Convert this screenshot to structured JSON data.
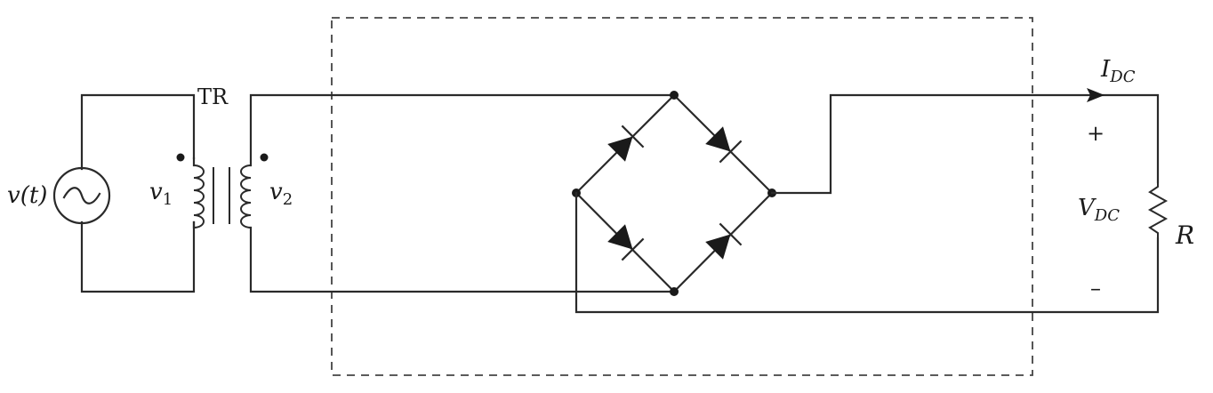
{
  "labels": {
    "source": "v(t)",
    "transformer": "TR",
    "v1_main": "v",
    "v1_sub": "1",
    "v2_main": "v",
    "v2_sub": "2",
    "idc_main": "I",
    "idc_sub": "DC",
    "vdc_main": "V",
    "vdc_sub": "DC",
    "plus": "+",
    "minus": "–",
    "resistor": "R"
  },
  "components": {
    "source": "ac-voltage-source",
    "transformer": "transformer-dot-convention",
    "rectifier": "full-wave-diode-bridge",
    "load": "resistor"
  }
}
